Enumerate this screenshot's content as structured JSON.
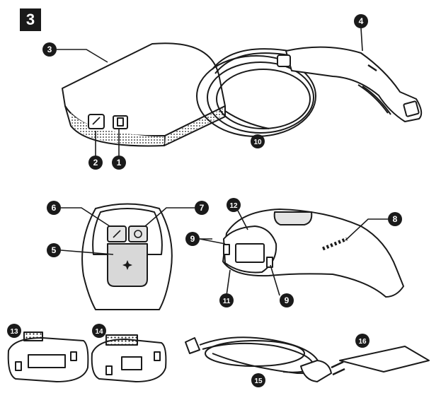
{
  "figure": {
    "tag": "3"
  },
  "callouts": {
    "c1": "1",
    "c2": "2",
    "c3": "3",
    "c4": "4",
    "c5": "5",
    "c6": "6",
    "c7": "7",
    "c8": "8",
    "c9a": "9",
    "c9b": "9",
    "c10": "10",
    "c11": "11",
    "c12": "12",
    "c13": "13",
    "c14": "14",
    "c15": "15",
    "c16": "16"
  },
  "colors": {
    "ink": "#1a1a1a",
    "paper": "#ffffff",
    "shade": "#cfcfcf"
  },
  "icons": [
    "power-adapter-icon",
    "handpiece-icon",
    "cable-icon",
    "attachment-icon",
    "power-cord-icon",
    "cloth-icon"
  ]
}
